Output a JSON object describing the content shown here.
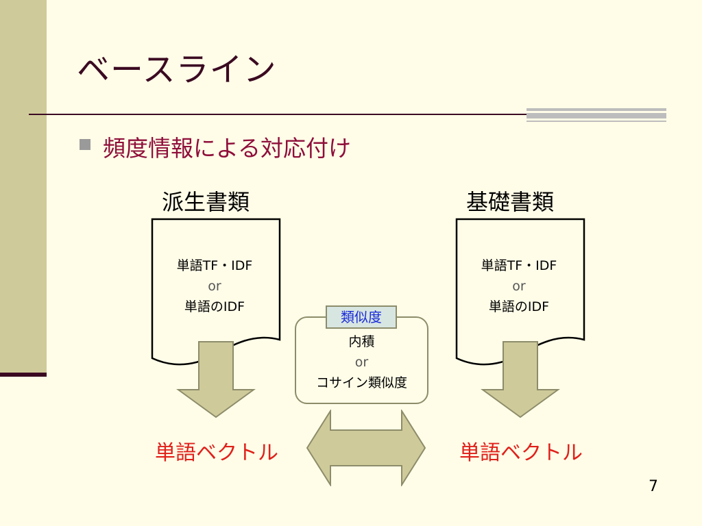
{
  "slide": {
    "title": "ベースライン",
    "bullet": "頻度情報による対応付け",
    "page_number": "7"
  },
  "left_doc": {
    "title": "派生書類",
    "line1": "単語TF・IDF",
    "line2": "or",
    "line3": "単語のIDF",
    "result": "単語ベクトル"
  },
  "right_doc": {
    "title": "基礎書類",
    "line1": "単語TF・IDF",
    "line2": "or",
    "line3": "単語のIDF",
    "result": "単語ベクトル"
  },
  "similarity": {
    "tag": "類似度",
    "line1": "内積",
    "line2": "or",
    "line3": "コサイン類似度"
  },
  "colors": {
    "title": "#3B0A22",
    "bullet_text": "#8E0E3A",
    "result_text": "#E0201A",
    "tag_text": "#1A2CD8",
    "arrow_fill": "#CFCA9A",
    "background": "#FFFDE8"
  }
}
